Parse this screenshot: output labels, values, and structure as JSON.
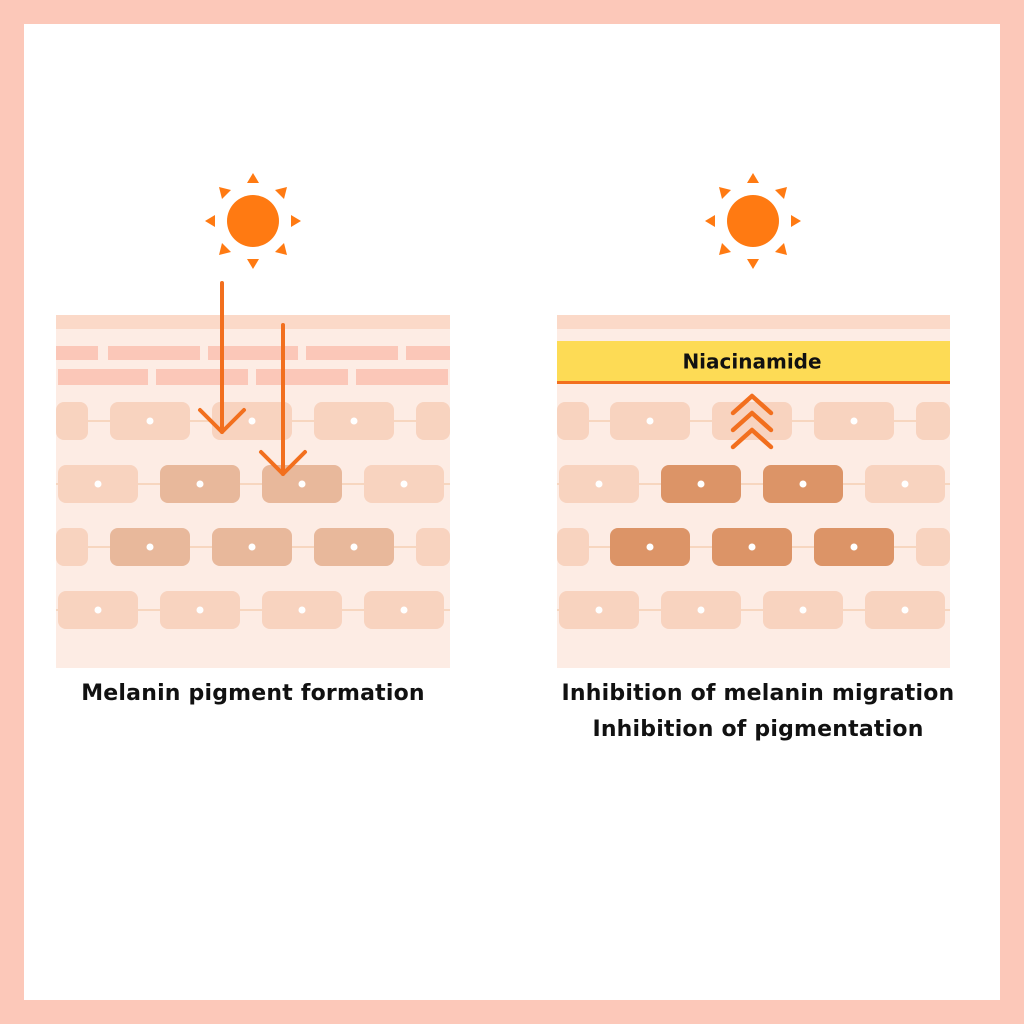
{
  "left_panel": {
    "caption": "Melanin pigment formation"
  },
  "right_panel": {
    "band_label": "Niacinamide",
    "caption_lines": [
      "Inhibition of melanin migration",
      "Inhibition of pigmentation"
    ]
  },
  "colors": {
    "border": "#fcc8b9",
    "sun": "#ff7a12",
    "arrow": "#f26f1e",
    "niacinamide_band": "#fddb55",
    "skin_background": "#fdece4",
    "cell_light": "#f8d3bf",
    "cell_medium": "#e8b89b",
    "cell_dark": "#dc9467"
  },
  "icons": [
    "sun-icon",
    "down-arrow-icon",
    "up-chevron-icon"
  ]
}
